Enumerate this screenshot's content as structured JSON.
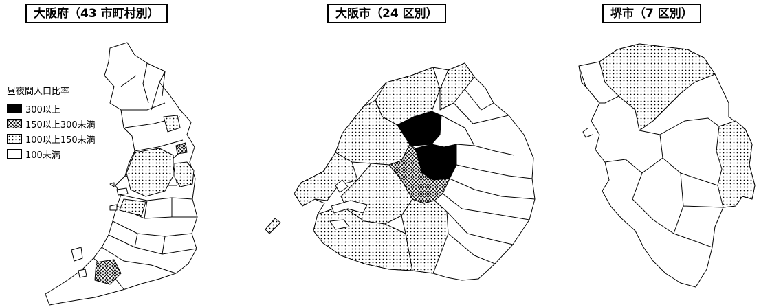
{
  "titles": {
    "prefecture": "大阪府（43 市町村別）",
    "osaka_city": "大阪市（24 区別）",
    "sakai_city": "堺市（7 区別）"
  },
  "legend": {
    "title": "昼夜間人口比率",
    "items": [
      {
        "label": "300以上",
        "pattern": "solid-black"
      },
      {
        "label": "150以上300未満",
        "pattern": "crosshatch"
      },
      {
        "label": "100以上150未満",
        "pattern": "dots"
      },
      {
        "label": "100未満",
        "pattern": "white"
      }
    ]
  },
  "colors": {
    "ink": "#000000",
    "paper": "#ffffff"
  }
}
